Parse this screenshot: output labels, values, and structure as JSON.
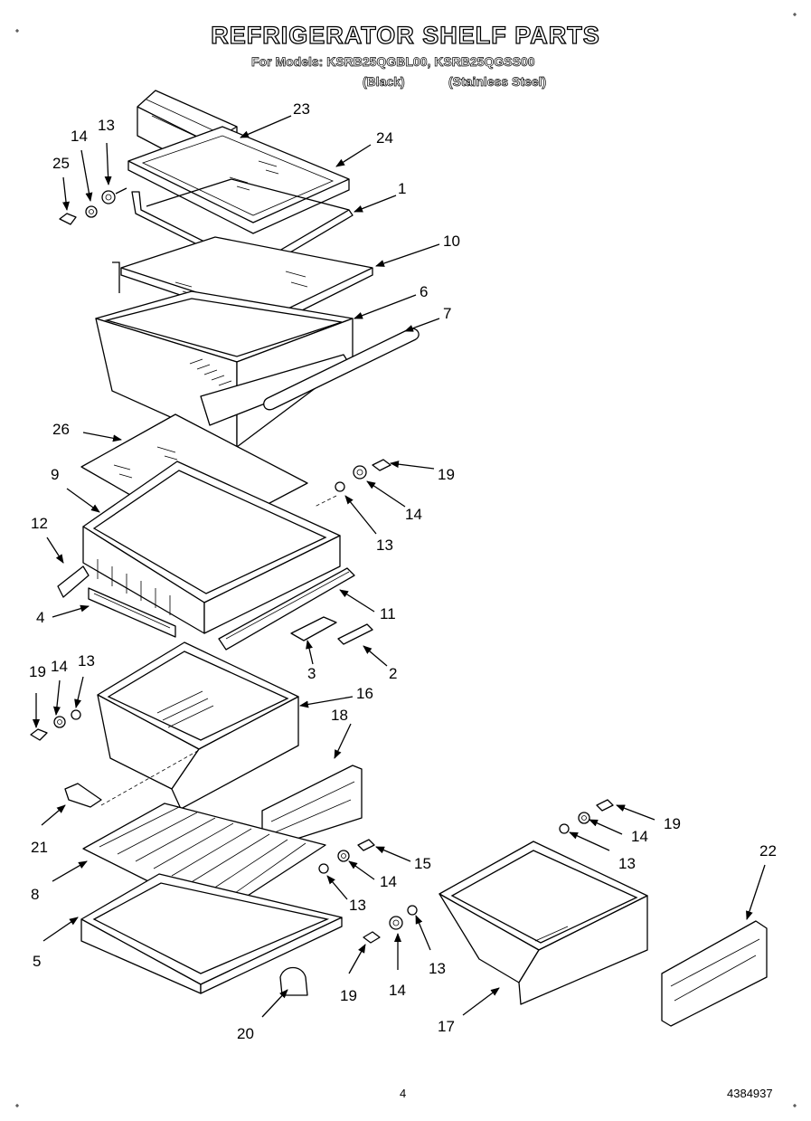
{
  "header": {
    "title": "REFRIGERATOR SHELF PARTS",
    "models_line": "For Models: KSRB25QGBL00, KSRB25QGSS00",
    "variant_black": "(Black)",
    "variant_stainless": "(Stainless Steel)"
  },
  "callouts": {
    "c23": "23",
    "c24": "24",
    "c1": "1",
    "c10": "10",
    "c6": "6",
    "c7": "7",
    "c13a": "13",
    "c14a": "14",
    "c25": "25",
    "c26": "26",
    "c9": "9",
    "c19a": "19",
    "c14b": "14",
    "c13b": "13",
    "c12": "12",
    "c4": "4",
    "c11": "11",
    "c3": "3",
    "c2": "2",
    "c19b": "19",
    "c14c": "14",
    "c13c": "13",
    "c16": "16",
    "c18": "18",
    "c21": "21",
    "c8": "8",
    "c5": "5",
    "c20": "20",
    "c15": "15",
    "c14d": "14",
    "c13d": "13",
    "c19c": "19",
    "c14e": "14",
    "c13e": "13",
    "c19d": "19",
    "c14f": "14",
    "c13f": "13",
    "c22": "22",
    "c17": "17"
  },
  "footer": {
    "page_number": "4",
    "document_code": "4384937"
  }
}
